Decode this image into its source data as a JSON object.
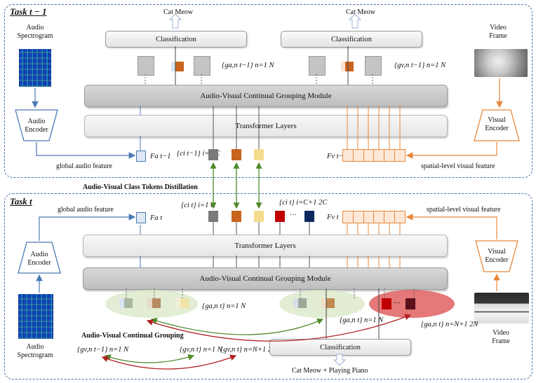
{
  "task_prev": {
    "title": "Task t − 1",
    "audio_spectrogram_label": "Audio Spectrogram",
    "audio_encoder_label": "Audio Encoder",
    "video_frame_label": "Video Frame",
    "visual_encoder_label": "Visual Encoder",
    "classification_left_label": "Classification",
    "classification_right_label": "Classification",
    "output_left_label": "Cat Meow",
    "output_right_label": "Cat Meow",
    "grouping_module_label": "Audio-Visual Continual Grouping Module",
    "transformer_label": "Transformer Layers",
    "global_audio_feature_label": "global audio feature",
    "spatial_visual_feature_label": "spatial-level visual feature",
    "audio_feature_symbol": "Fa t−1",
    "visual_feature_symbol": "Fv t−1",
    "class_tokens_symbol": "{ci t−1} i=1 C",
    "audio_groups_symbol": "{ga,n t−1} n=1 N",
    "visual_groups_symbol": "{gv,n t−1} n=1 N"
  },
  "distillation_label": "Audio-Visual Class Tokens Distillation",
  "task_curr": {
    "title": "Task t",
    "audio_spectrogram_label": "Audio Spectrogram",
    "audio_encoder_label": "Audio Encoder",
    "video_frame_label": "Video Frame",
    "visual_encoder_label": "Visual Encoder",
    "classification_label": "Classification",
    "output_label": "Cat Meow + Playing Piano",
    "grouping_module_label": "Audio-Visual Continual Grouping Module",
    "transformer_label": "Transformer Layers",
    "global_audio_feature_label": "global audio feature",
    "spatial_visual_feature_label": "spatial-level visual feature",
    "audio_feature_symbol": "Fa t",
    "visual_feature_symbol": "Fv t",
    "class_tokens_old_symbol": "{ci t} i=1 C",
    "class_tokens_new_symbol": "{ci t} i=C+1 2C",
    "ellipsis": "···",
    "audio_groups_old_symbol": "{ga,n t} n=1 N",
    "audio_groups_mid_symbol": "{ga,n t} n=1 N",
    "audio_groups_new_symbol": "{ga,n t} n=N+1 2N",
    "continual_grouping_label": "Audio-Visual Continual Grouping",
    "visual_groups_prev_symbol": "{gv,n t−1} n=1 N",
    "visual_groups_curr_symbol": "{gv,n t} n=1 N",
    "visual_groups_new_symbol": "{gv,n t} n=N+1 2N"
  },
  "colors": {
    "panel_border": "#4a6fa5",
    "audio_blue": "#4a78b5",
    "visual_orange": "#e8873a",
    "token_gray": "#7a7a7a",
    "token_orange": "#c8641e",
    "token_yellow": "#f5dc8c",
    "token_red": "#c00000",
    "token_navy": "#0d2a5e",
    "distill_green": "#4f8a2a",
    "continual_red": "#b22222"
  }
}
